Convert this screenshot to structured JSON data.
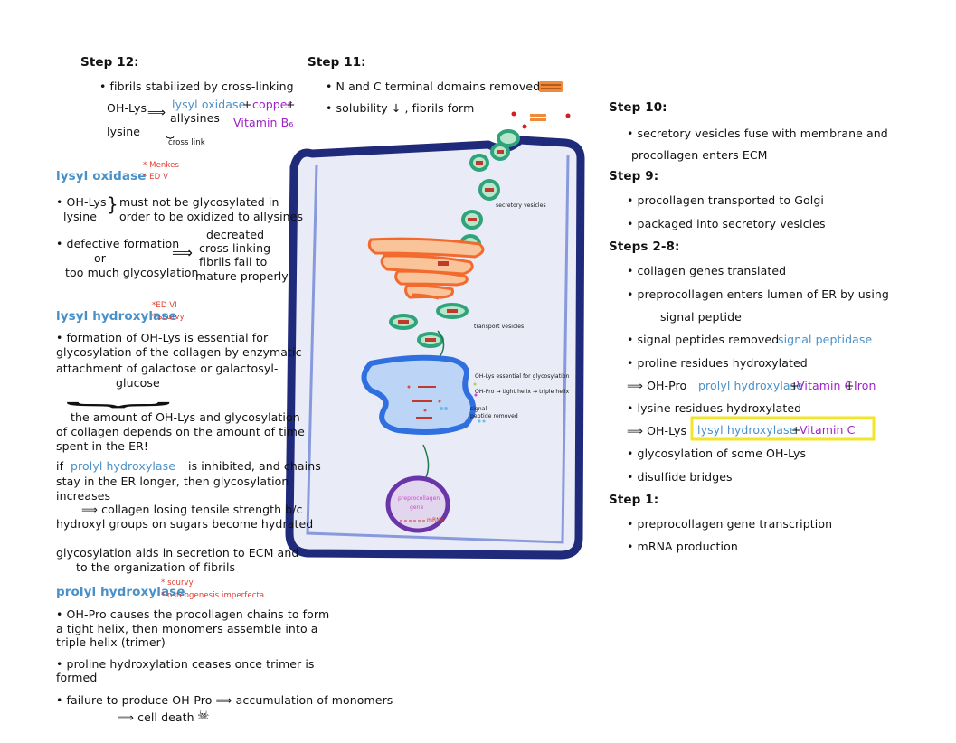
{
  "colors": {
    "blue": "#4a90c8",
    "purple": "#a020c8",
    "red": "#e33b2e",
    "cell": "#1f2a7a",
    "golgi": "#f26a2e",
    "er": "#2f6fe0",
    "vesicle": "#2fa37a",
    "nucleus": "#6a35a8",
    "highlight": "#f2e62a"
  },
  "left": {
    "step12": {
      "title": "Step 12:",
      "b1": "• fibrils stabilized by cross-linking",
      "ohlys": "OH-Lys",
      "lysine": "lysine",
      "enzyme": "lysyl oxidase",
      "plus": "+",
      "copper": "copper",
      "plus2": "+",
      "vitb6": "Vitamin B₆",
      "allysines": "allysines",
      "crosslink": "cross link"
    },
    "lysylox": {
      "title": "lysyl oxidase",
      "tag_menkes": "* Menkes",
      "tag_ed": "* ED V",
      "b1a": "• OH-Lys",
      "b1b": "lysine",
      "b1c": "must not be glycosylated in",
      "b1d": "order to be oxidized to allysines",
      "b2a": "• defective formation",
      "b2b": "or",
      "b2c": "too much glycosylation",
      "b2d": "decreated",
      "b2e": "cross linking",
      "b2f": "fibrils fail to",
      "b2g": "mature properly"
    },
    "lysylhyd": {
      "title": "lysyl hydroxylase",
      "tag_ed": "*ED VI",
      "tag_sc": "* scurvy",
      "p1": "• formation of OH-Lys is essential for",
      "p2": "glycosylation of the collagen by enzymatic",
      "p3": "attachment of galactose or galactosyl-",
      "p4": "glucose",
      "p5": "the amount of OH-Lys and glycosylation",
      "p6": "of collagen depends on the amount of time",
      "p7": "spent in the ER!",
      "p8a": "if",
      "p8b": "prolyl hydroxylase",
      "p8c": "is inhibited, and chains",
      "p9": "stay in the ER longer, then glycosylation",
      "p10": "increases",
      "p11": "⟹ collagen losing tensile strength b/c",
      "p12": "hydroxyl groups on sugars become hydrated",
      "p13": "glycosylation aids in secretion to ECM and",
      "p14": "to the organization of fibrils"
    },
    "prolylhyd": {
      "title": "prolyl hydroxylase",
      "tag_sc": "* scurvy",
      "tag_oi": "* osteogenesis imperfecta",
      "p1": "• OH-Pro causes the procollagen chains to form",
      "p2": "a tight helix, then monomers assemble into a",
      "p3": "triple helix (trimer)",
      "p4": "• proline hydroxylation ceases once trimer is",
      "p5": "formed",
      "p6": "• failure to produce OH-Pro ⟹ accumulation of monomers",
      "p7": "⟹ cell death"
    }
  },
  "middle": {
    "step11": {
      "title": "Step 11:",
      "b1": "• N and C terminal domains removed",
      "b2": "• solubility ↓ , fibrils form"
    },
    "labels": {
      "secretory": "secretory vesicles",
      "transport": "transport vesicles",
      "ohlys": "OH-Lys essential for glycosylation",
      "ohpro": "OH-Pro → tight helix → triple helix",
      "signal1": "signal",
      "signal2": "peptide removed",
      "gene1": "preprocollagen",
      "gene2": "gene",
      "mrna": "mRNA"
    }
  },
  "right": {
    "step10": {
      "title": "Step 10:",
      "b1": "• secretory vesicles fuse with membrane and",
      "b2": "procollagen enters ECM"
    },
    "step9": {
      "title": "Step 9:",
      "b1": "• procollagen transported to Golgi",
      "b2": "• packaged into secretory vesicles"
    },
    "steps28": {
      "title": "Steps 2-8:",
      "b1": "• collagen genes translated",
      "b2": "• preprocollagen enters lumen of ER by using",
      "b3": "signal peptide",
      "b4a": "• signal peptides removed",
      "b4b": "signal peptidase",
      "b5": "• proline residues hydroxylated",
      "b6a": "⟹ OH-Pro",
      "b6b": "prolyl hydroxylase",
      "b6c": "+",
      "b6d": "Vitamin C",
      "b6e": "+",
      "b6f": "Iron",
      "b7": "• lysine residues hydroxylated",
      "b8a": "⟹ OH-Lys",
      "b8b": "lysyl hydroxylase",
      "b8c": "+",
      "b8d": "Vitamin C",
      "b9": "• glycosylation of some OH-Lys",
      "b10": "• disulfide bridges"
    },
    "step1": {
      "title": "Step 1:",
      "b1": "• preprocollagen gene transcription",
      "b2": "• mRNA production"
    }
  }
}
